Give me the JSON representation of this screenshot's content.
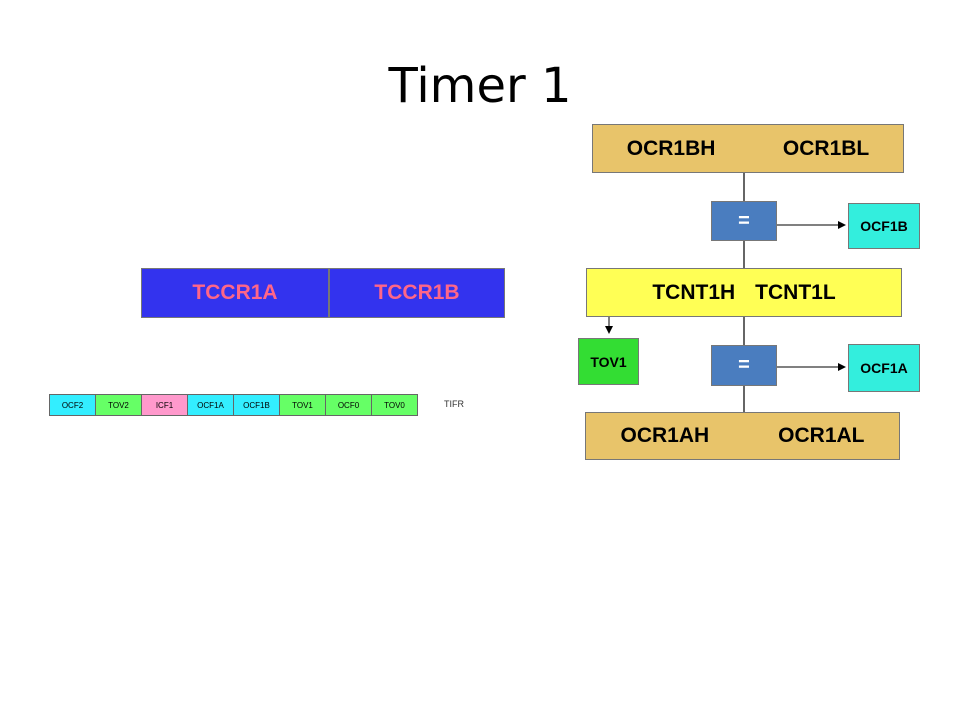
{
  "title": "Timer 1",
  "ocr1b": {
    "high": "OCR1BH",
    "low": "OCR1BL"
  },
  "comparator_b": "=",
  "flag_ocf1b": "OCF1B",
  "tcnt1": {
    "high": "TCNT1H",
    "low": "TCNT1L"
  },
  "flag_tov1": "TOV1",
  "comparator_a": "=",
  "flag_ocf1a": "OCF1A",
  "ocr1a": {
    "high": "OCR1AH",
    "low": "OCR1AL"
  },
  "control_registers": [
    "TCCR1A",
    "TCCR1B"
  ],
  "tifr": {
    "label": "TIFR",
    "bits": [
      {
        "name": "OCF2",
        "color": "#33eeff"
      },
      {
        "name": "TOV2",
        "color": "#66ff66"
      },
      {
        "name": "ICF1",
        "color": "#ff99cc"
      },
      {
        "name": "OCF1A",
        "color": "#33eeff"
      },
      {
        "name": "OCF1B",
        "color": "#33eeff"
      },
      {
        "name": "TOV1",
        "color": "#66ff66"
      },
      {
        "name": "OCF0",
        "color": "#66ff66"
      },
      {
        "name": "TOV0",
        "color": "#66ff66"
      }
    ]
  },
  "colors": {
    "ocr_register": "#e8c46a",
    "tcnt_register": "#ffff55",
    "comparator": "#4a7dbf",
    "flag_cyan": "#33eedd",
    "flag_green": "#33dd33",
    "tccr_fill": "#3333ee",
    "tccr_text": "#ff6688"
  }
}
